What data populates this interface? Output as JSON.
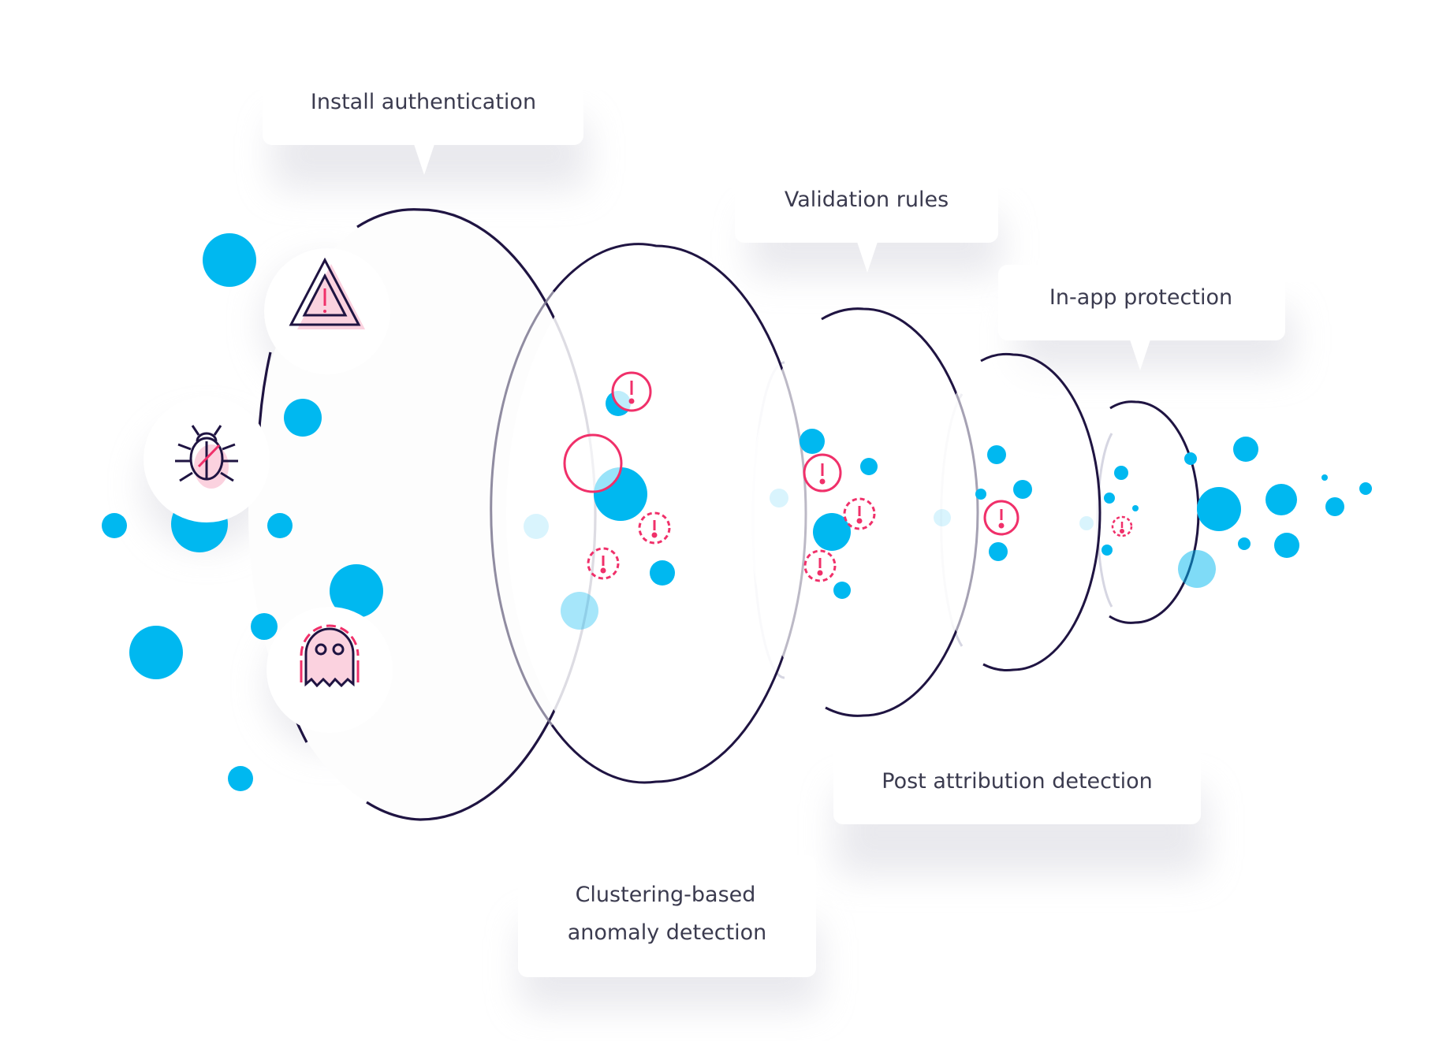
{
  "diagram": {
    "callouts": {
      "install_authentication": "Install authentication",
      "validation_rules": "Validation rules",
      "in_app_protection": "In-app protection",
      "post_attribution_detection": "Post attribution detection",
      "clustering_line1": "Clustering-based",
      "clustering_line2": "anomaly detection"
    },
    "threat_icons": [
      "warning-triangle-icon",
      "bug-icon",
      "ghost-icon"
    ],
    "colors": {
      "ring_stroke": "#1f1442",
      "traffic_dot": "#00b8f0",
      "alert": "#f0306a",
      "callout_bg": "#ffffff",
      "text": "#3b3b4f"
    }
  }
}
